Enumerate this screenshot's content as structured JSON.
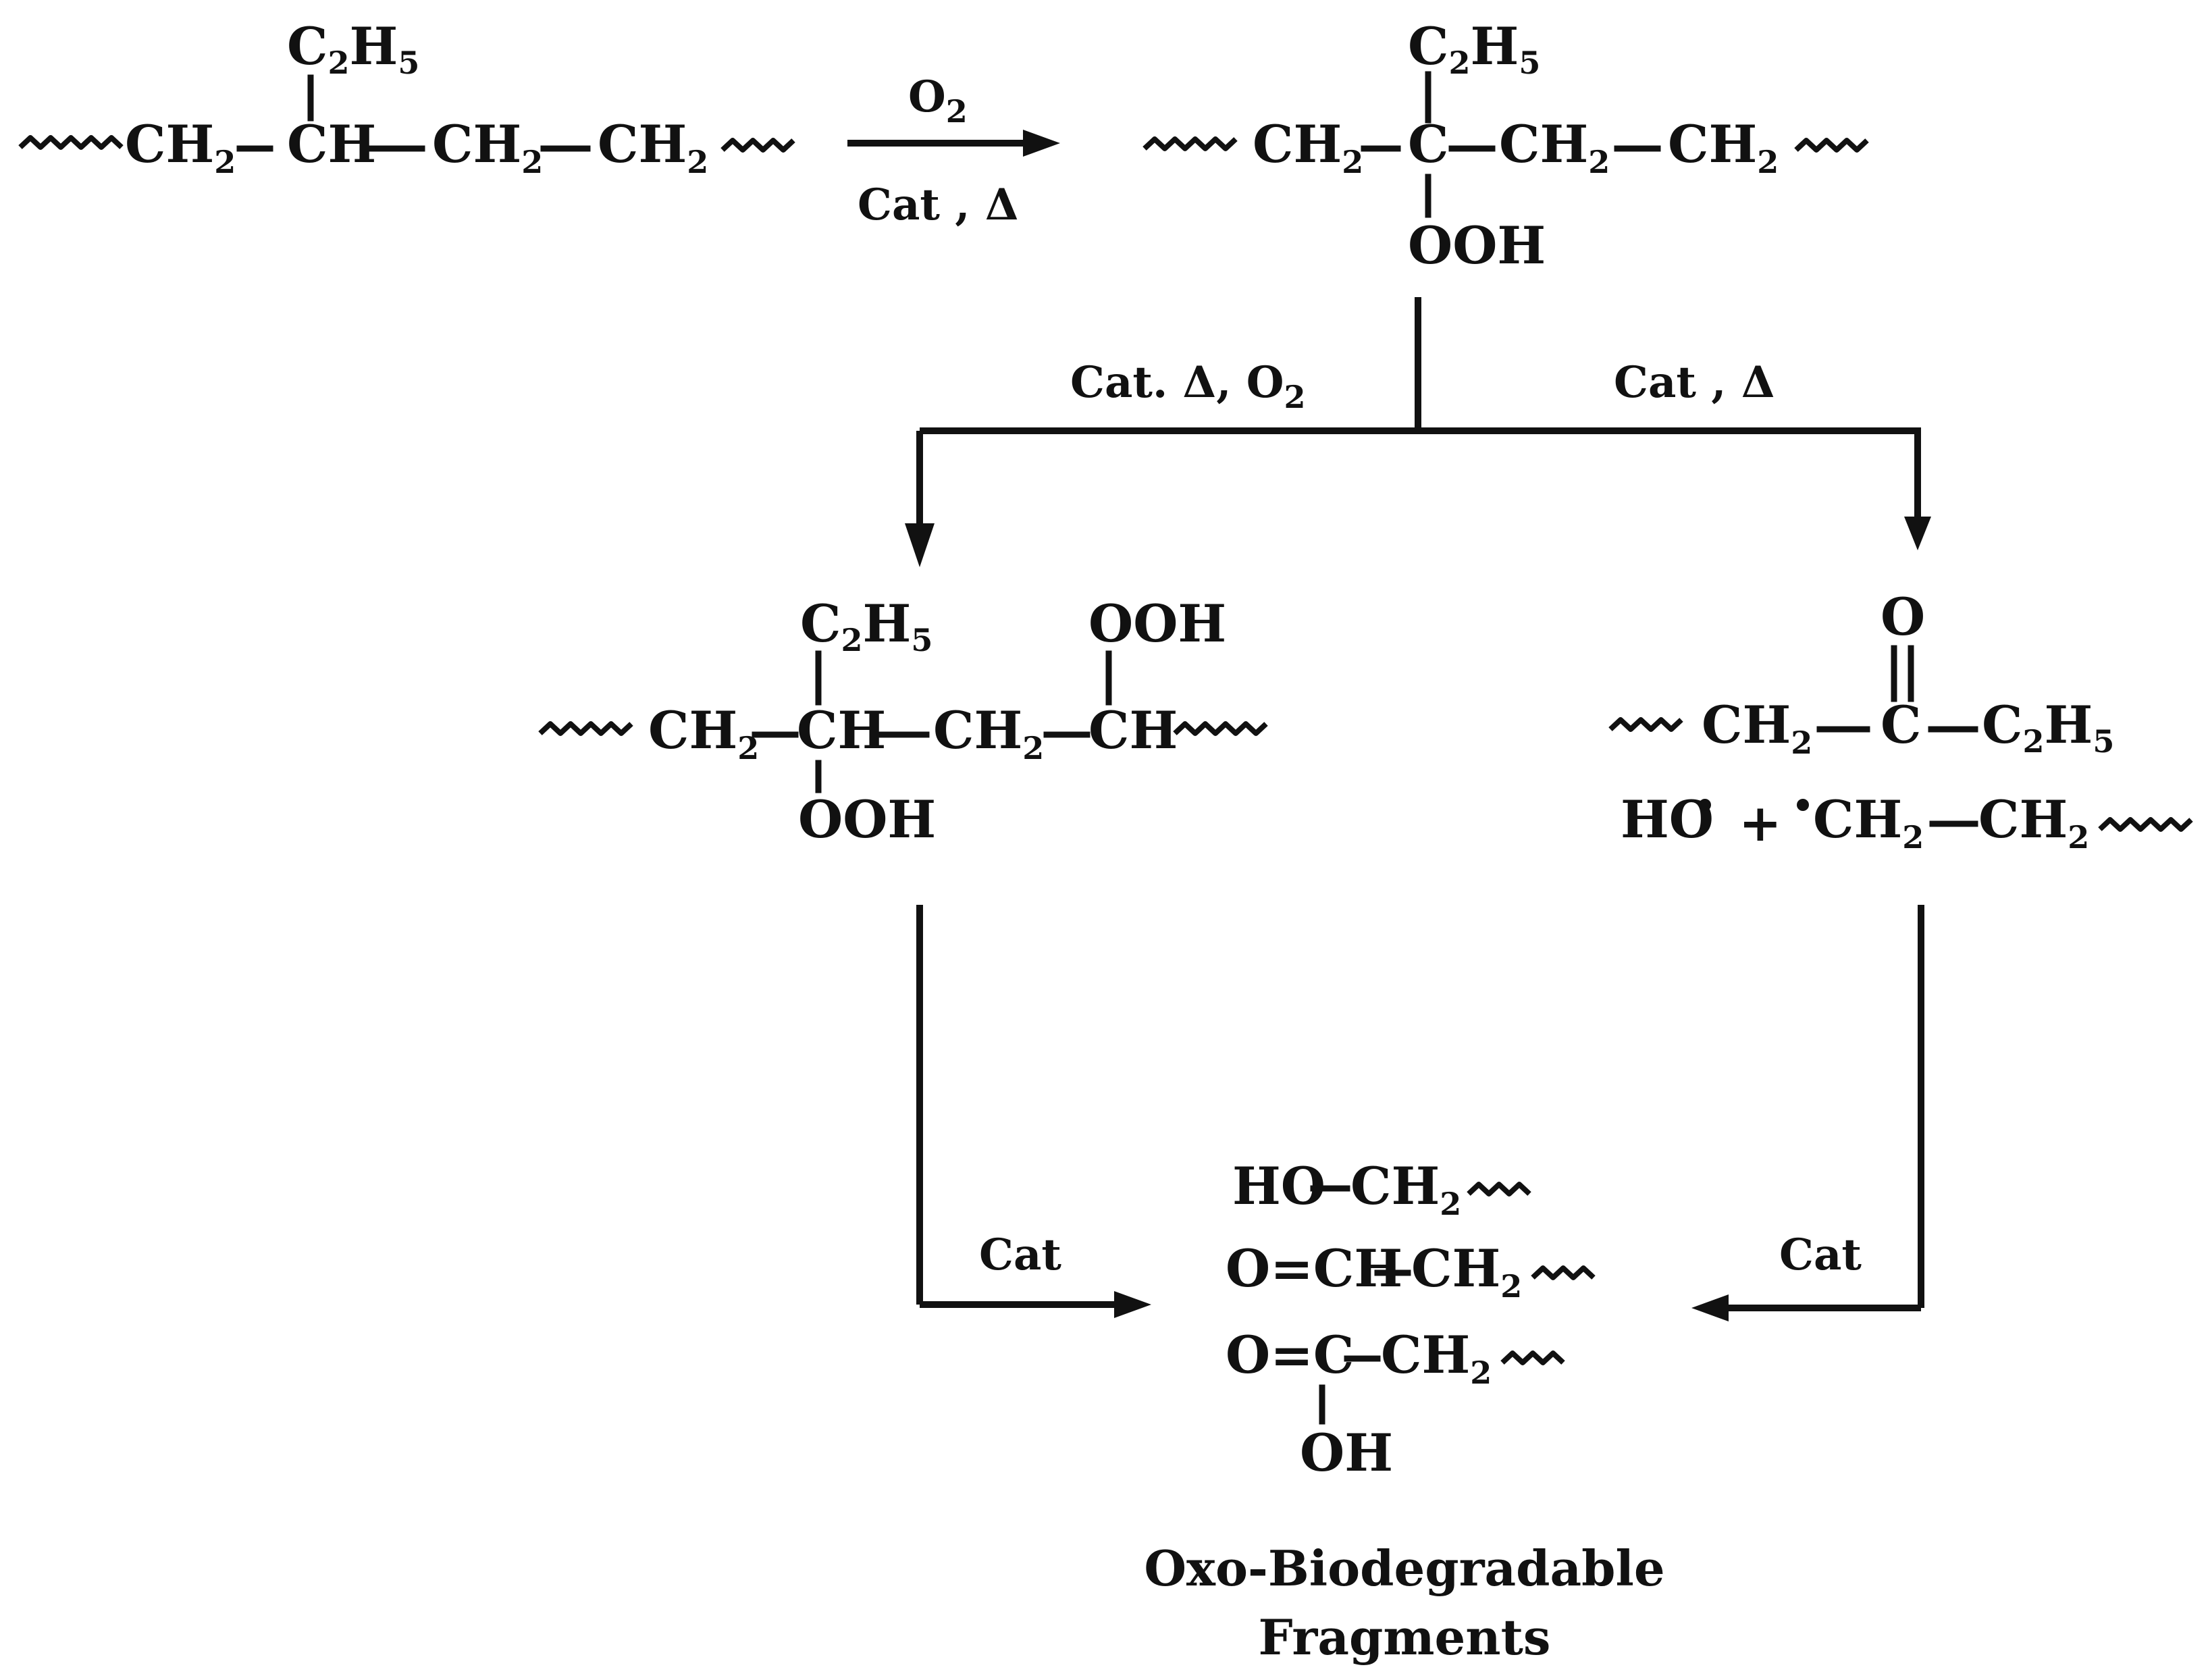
{
  "conditions": {
    "step1_top": "O",
    "step1_top_sub": "2",
    "step1_bottom": "Cat , Δ",
    "left_branch": "Cat. Δ, O",
    "left_branch_sub": "2",
    "right_branch": "Cat , Δ",
    "left_final": "Cat",
    "right_final": "Cat"
  },
  "labels": {
    "ch2": "CH",
    "ch": "CH",
    "c": "C",
    "c2h5_c": "C",
    "c2h5_h": "H",
    "sub2": "2",
    "sub5": "5",
    "ooh": "OOH",
    "o": "O",
    "ho_radical": "HO",
    "plus": "+",
    "ho": "HO",
    "oeq": "O=CH",
    "oeqc": "O=C",
    "oh": "OH"
  },
  "caption": {
    "line1": "Oxo-Biodegradable",
    "line2": "Fragments"
  }
}
